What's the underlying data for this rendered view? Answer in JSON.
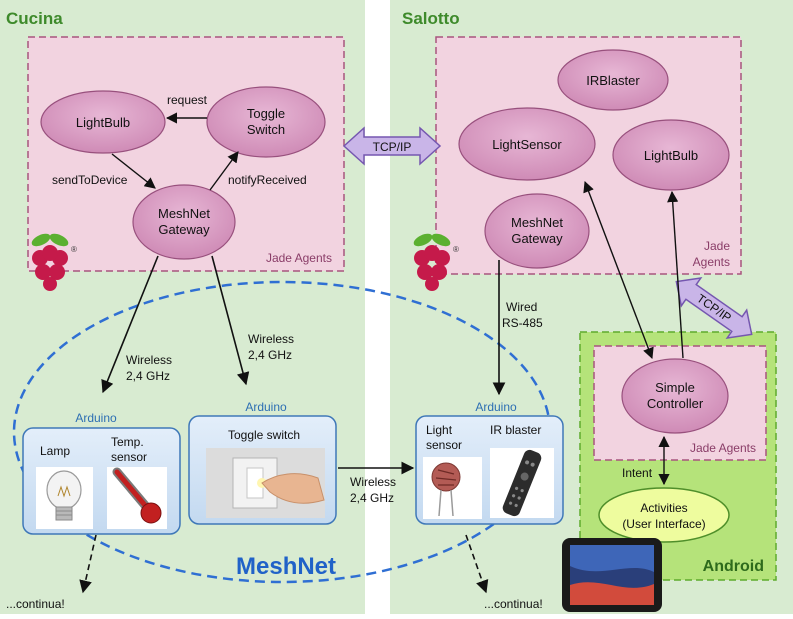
{
  "rooms": {
    "cucina": "Cucina",
    "salotto": "Salotto",
    "android": "Android"
  },
  "agents_label": "Jade Agents",
  "agents_label_split": [
    "Jade",
    "Agents"
  ],
  "cucina_agents": {
    "lightbulb": "LightBulb",
    "toggle": [
      "Toggle",
      "Switch"
    ],
    "gateway": [
      "MeshNet",
      "Gateway"
    ]
  },
  "cucina_edges": {
    "request": "request",
    "send": "sendToDevice",
    "notify": "notifyReceived"
  },
  "salotto_agents": {
    "irblaster": "IRBlaster",
    "lightsensor": "LightSensor",
    "lightbulb": "LightBulb",
    "gateway": [
      "MeshNet",
      "Gateway"
    ]
  },
  "tcpip": "TCP/IP",
  "wireless": [
    "Wireless",
    "2,4 GHz"
  ],
  "wired": [
    "Wired",
    "RS-485"
  ],
  "arduino": "Arduino",
  "devices": {
    "lamp": "Lamp",
    "temp": [
      "Temp.",
      "sensor"
    ],
    "toggle_switch": "Toggle switch",
    "light_sensor": [
      "Light",
      "sensor"
    ],
    "ir_blaster": "IR blaster"
  },
  "meshnet": "MeshNet",
  "continua": "...continua!",
  "android_app": {
    "controller": [
      "Simple",
      "Controller"
    ],
    "intent": "Intent",
    "activities": [
      "Activities",
      "(User Interface)"
    ]
  },
  "colors": {
    "room_bg": "#d8ebd1",
    "room_title": "#3e8a2b",
    "agents_bg": "#f2d3e0",
    "agents_border": "#a8557e",
    "node_fill": "#d595bd",
    "node_stroke": "#98507d",
    "arduino_fill": "#cfe1f3",
    "arduino_stroke": "#3f78b8",
    "arduino_text": "#2d6fb3",
    "meshnet_text": "#2062c8",
    "android_bg": "#b5e37a",
    "activities_fill": "#eefc9e",
    "tcp_fill": "#c9b5e8",
    "tcp_stroke": "#7557b0"
  }
}
